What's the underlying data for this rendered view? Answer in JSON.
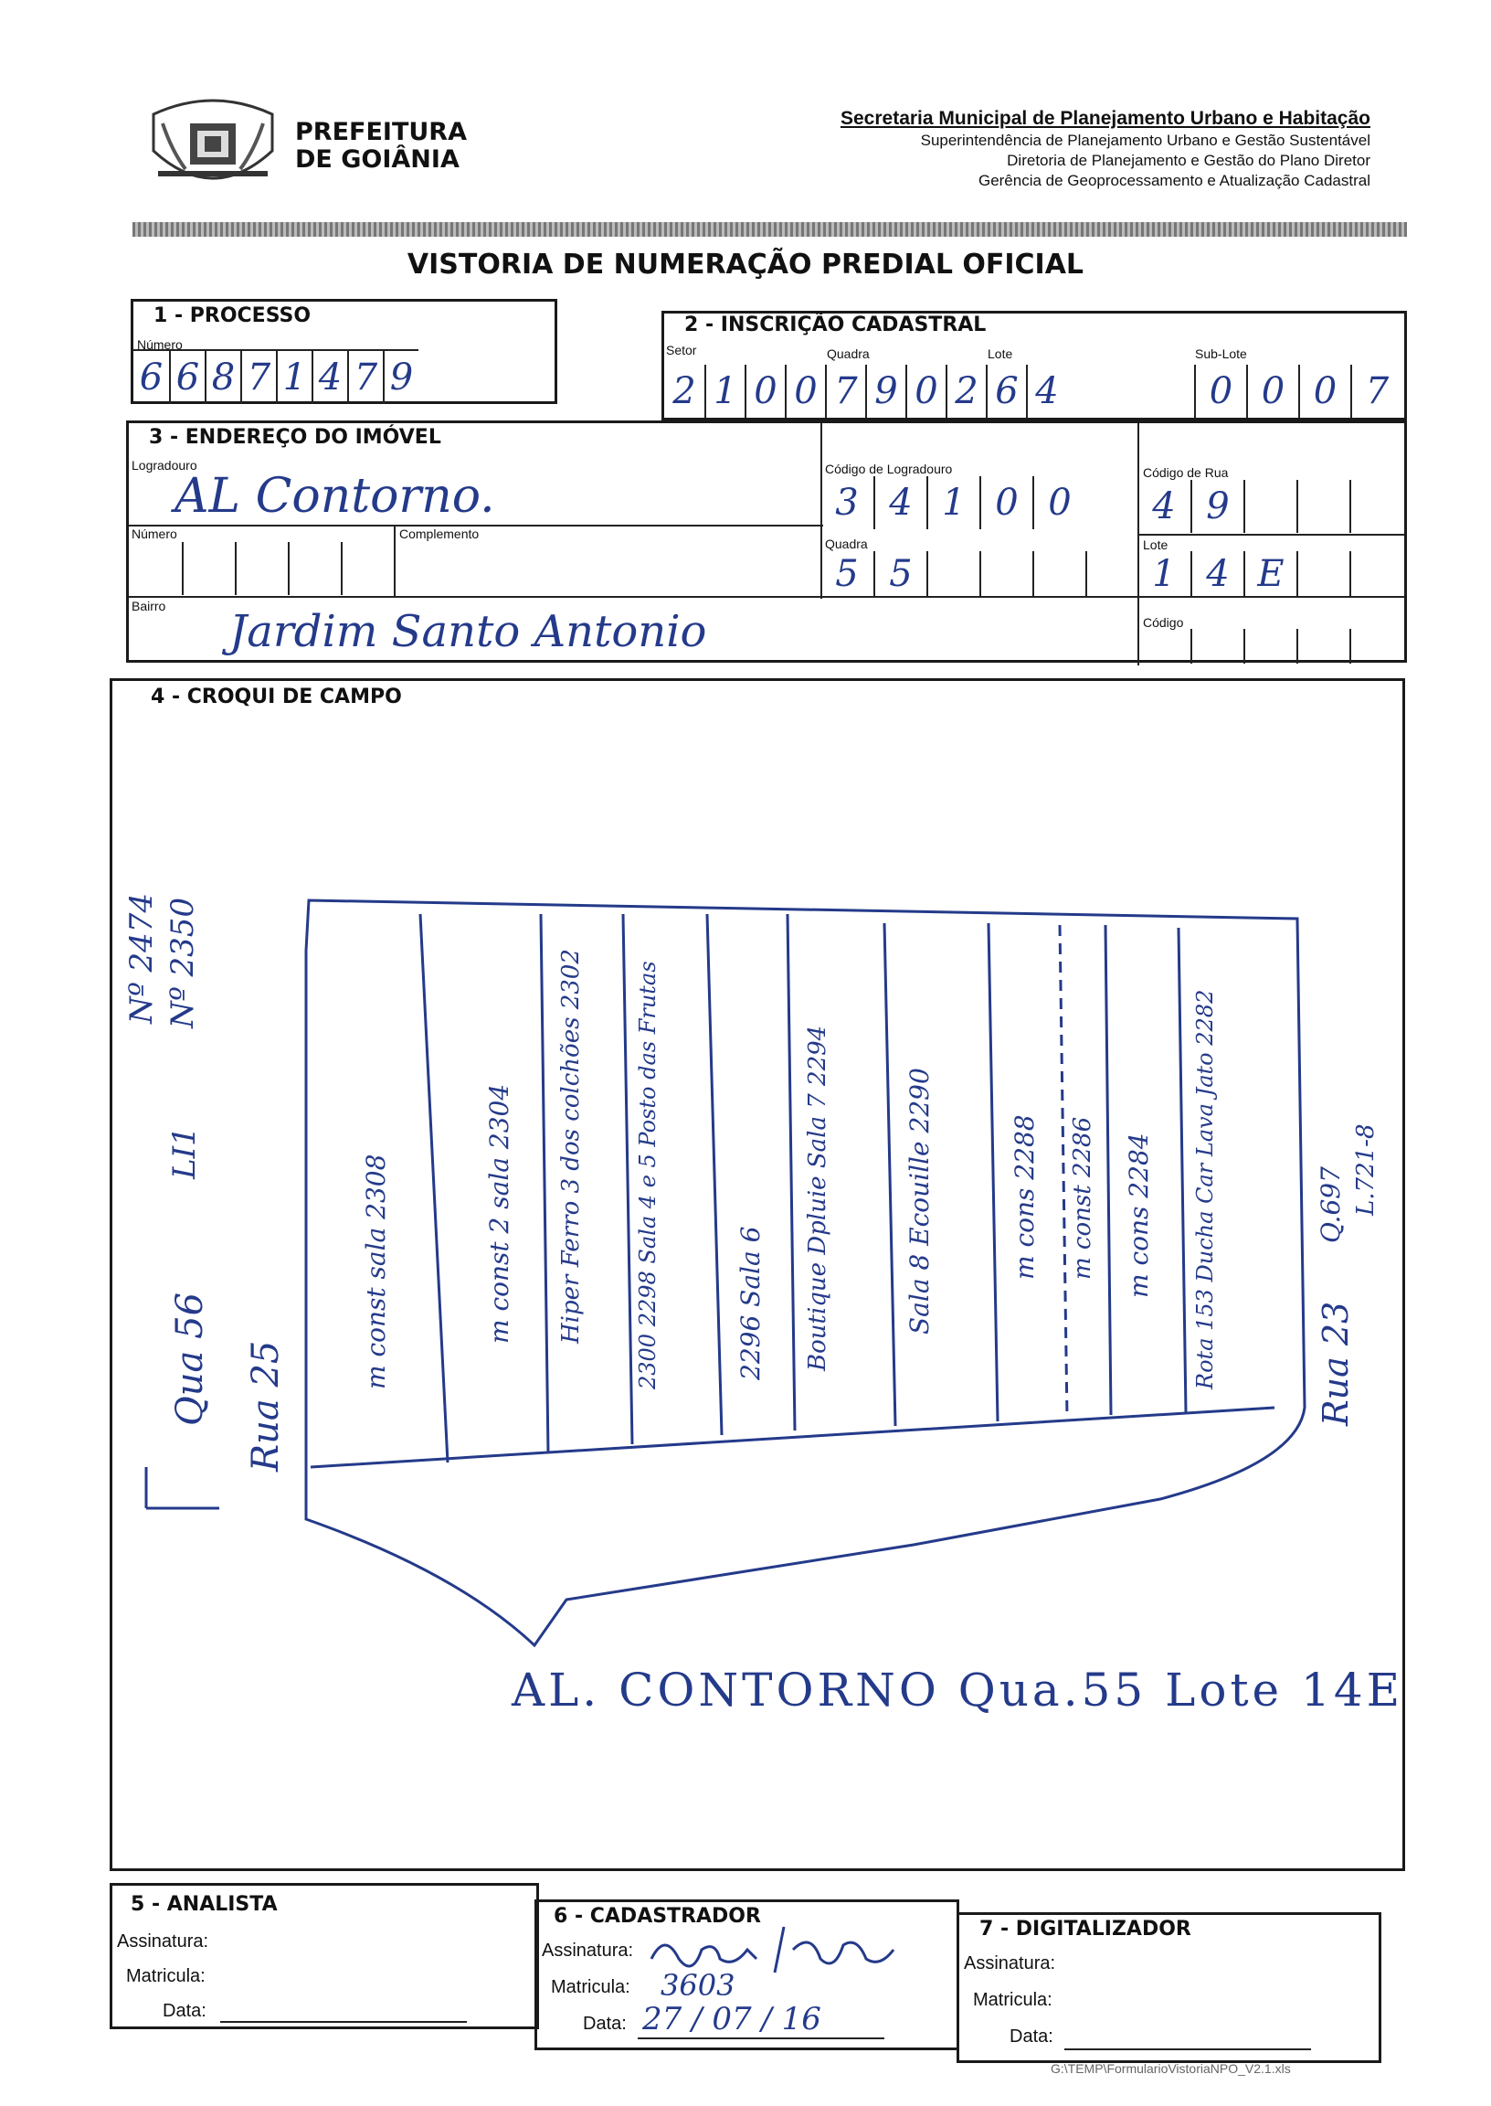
{
  "header": {
    "org_line1": "PREFEITURA",
    "org_line2": "DE GOIÂNIA",
    "secretaria": "Secretaria Municipal de Planejamento Urbano e Habitação",
    "super": "Superintendência de Planejamento Urbano e Gestão Sustentável",
    "diretoria": "Diretoria de Planejamento e Gestão do Plano Diretor",
    "gerencia": "Gerência de Geoprocessamento e Atualização Cadastral",
    "title": "VISTORIA DE NUMERAÇÃO PREDIAL OFICIAL"
  },
  "processo": {
    "title": "1 - PROCESSO",
    "numero_label": "Número",
    "digits": [
      "6",
      "6",
      "8",
      "7",
      "1",
      "4",
      "7",
      "9"
    ]
  },
  "inscricao": {
    "title": "2 - INSCRIÇÃO CADASTRAL",
    "setor_label": "Setor",
    "quadra_label": "Quadra",
    "lote_label": "Lote",
    "sublote_label": "Sub-Lote",
    "setor": [
      "2",
      "1"
    ],
    "quadra": [
      "0",
      "0",
      "7",
      "9"
    ],
    "lote": [
      "0",
      "2",
      "6",
      "4"
    ],
    "sublote": [
      "0",
      "0",
      "0",
      "7"
    ]
  },
  "endereco": {
    "title": "3 - ENDEREÇO DO IMÓVEL",
    "logradouro_label": "Logradouro",
    "logradouro_value": "AL Contorno.",
    "cod_logradouro_label": "Código de Logradouro",
    "cod_logradouro": [
      "3",
      "4",
      "1",
      "0",
      "0"
    ],
    "cod_rua_label": "Código de Rua",
    "cod_rua": [
      "4",
      "9"
    ],
    "numero_label": "Número",
    "complemento_label": "Complemento",
    "quadra_label": "Quadra",
    "quadra": [
      "5",
      "5"
    ],
    "lote_label": "Lote",
    "lote": [
      "1",
      "4",
      "E"
    ],
    "bairro_label": "Bairro",
    "bairro_value": "Jardim Santo Antonio",
    "codigo_label": "Código"
  },
  "croqui": {
    "title": "4 - CROQUI DE CAMPO",
    "left_side": [
      "Nº 2474",
      "Nº 2350",
      "LI1",
      "Qua 56",
      "Rua 25"
    ],
    "lots": [
      {
        "num": "2308",
        "desc": "m const sala"
      },
      {
        "num": "2304",
        "desc": "m const 2 sala"
      },
      {
        "num": "2302",
        "desc": "Hiper Ferro 3 dos colchões"
      },
      {
        "num": "2300 2298",
        "desc": "Sala 4 e 5 Posto das Frutas"
      },
      {
        "num": "2296",
        "desc": "Sala 6"
      },
      {
        "num": "2294",
        "desc": "Boutique Dpluie Sala 7"
      },
      {
        "num": "2290",
        "desc": "Sala 8 Ecouille"
      },
      {
        "num": "2288",
        "desc": "m cons"
      },
      {
        "num": "2286",
        "desc": "m const"
      },
      {
        "num": "2284",
        "desc": "m cons"
      },
      {
        "num": "2282",
        "desc": "Rota 153 Ducha Car Lava Jato"
      }
    ],
    "right_side": [
      "Rua 23",
      "Q.697",
      "L.721-8"
    ],
    "bottom_caption": "AL. CONTORNO Qua.55 Lote 14E"
  },
  "analista": {
    "title": "5 - ANALISTA",
    "assinatura_label": "Assinatura:",
    "matricula_label": "Matricula:",
    "data_label": "Data:"
  },
  "cadastrador": {
    "title": "6 - CADASTRADOR",
    "assinatura_label": "Assinatura:",
    "matricula_label": "Matricula:",
    "data_label": "Data:",
    "matricula_value": "3603",
    "data_value": "27 / 07 / 16"
  },
  "digitalizador": {
    "title": "7 - DIGITALIZADOR",
    "assinatura_label": "Assinatura:",
    "matricula_label": "Matricula:",
    "data_label": "Data:"
  },
  "footer_path": "G:\\TEMP\\FormularioVistoriaNPO_V2.1.xls"
}
